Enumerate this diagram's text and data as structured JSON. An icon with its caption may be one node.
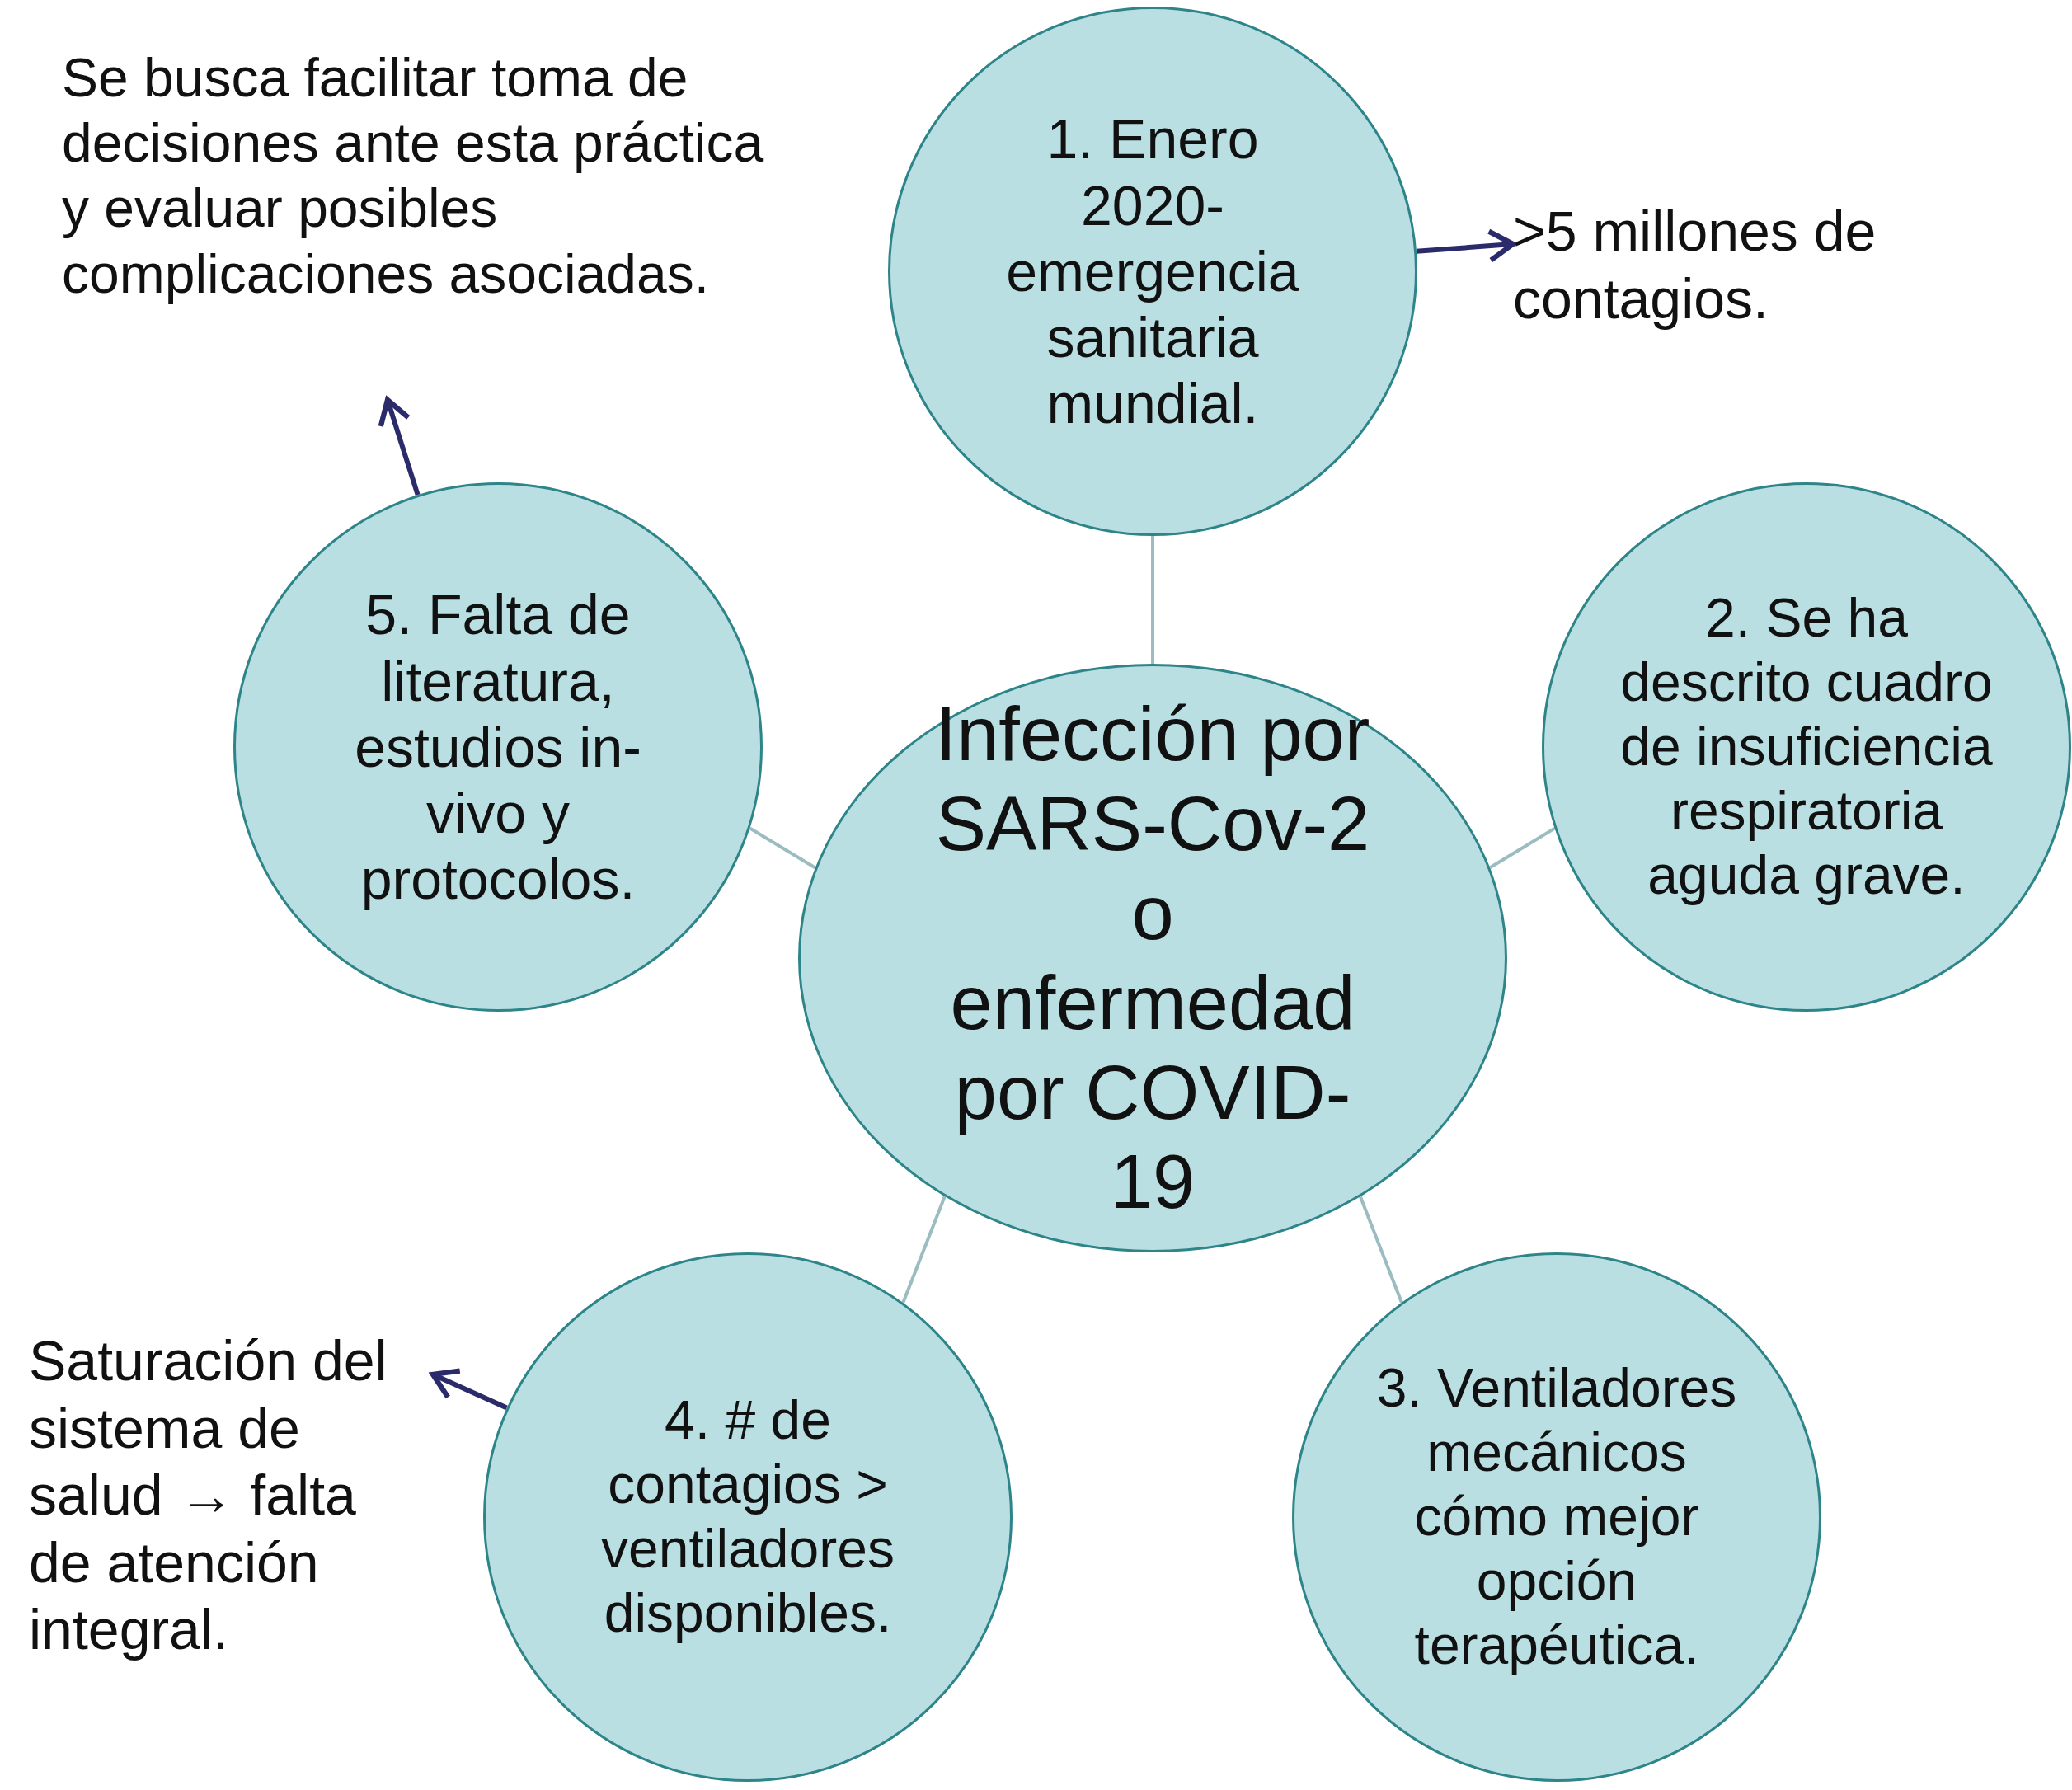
{
  "diagram": {
    "nodes": [
      {
        "text": [
          "Infección por SARS-Cov-2 o enfermedad por COVID-19"
        ]
      },
      {
        "text": [
          "1. Enero 2020- emergencia sanitaria mundial."
        ]
      },
      {
        "text": [
          "2. Se ha descrito cuadro de insuficiencia respiratoria aguda grave."
        ]
      },
      {
        "text": [
          "3. Ventiladores mecánicos cómo mejor opción terapéutica."
        ]
      },
      {
        "text": [
          "4. # de contagios > ventiladores disponibles."
        ]
      },
      {
        "text": [
          "5. Falta de literatura, estudios in-vivo y protocolos."
        ]
      },
      {
        "text": [
          ">5 millones de contagios."
        ]
      },
      {
        "text": [
          "Se busca facilitar toma de decisiones ante esta práctica y evaluar posibles complicaciones asociadas."
        ]
      },
      {
        "text": [
          "Saturación del sistema de salud → falta de atención integral."
        ]
      }
    ],
    "edges": [
      {
        "from": 0,
        "to": 1,
        "arrow": "none"
      },
      {
        "from": 0,
        "to": 2,
        "arrow": "none"
      },
      {
        "from": 0,
        "to": 3,
        "arrow": "none"
      },
      {
        "from": 0,
        "to": 4,
        "arrow": "none"
      },
      {
        "from": 0,
        "to": 5,
        "arrow": "none"
      },
      {
        "from": 1,
        "to": 6,
        "arrow": "to",
        "color": "#2b2b6b"
      },
      {
        "from": 5,
        "to": 7,
        "arrow": "to",
        "color": "#2b2b6b"
      },
      {
        "from": 4,
        "to": 8,
        "arrow": "to",
        "color": "#2b2b6b"
      }
    ]
  }
}
